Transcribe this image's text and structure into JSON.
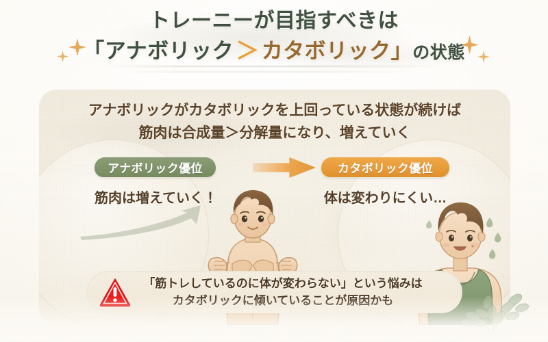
{
  "header": {
    "title_line1": "トレーニーが目指すべきは",
    "title_line2_open": "「アナボリック",
    "title_line2_gt": "＞",
    "title_line2_mid": "カタボリック」",
    "title_line2_tail": "の状態",
    "sparkle_icon": "sparkle-star-icon",
    "colors": {
      "title_green": "#3f5040",
      "title_brown": "#97682d",
      "accent_orange": "#e6a13a",
      "sparkle": "#e3a24b"
    }
  },
  "card": {
    "lead_line1": "アナボリックがカタボリックを上回っている状態が続けば",
    "lead_line2": "筋肉は合成量＞分解量になり、増えていく",
    "panels": [
      {
        "badge_label": "アナボリック優位",
        "badge_color": "#7e9268",
        "caption": "筋肉は増えていく！",
        "figure_name": "muscular-man-flexing-illustration",
        "figure_desc": "上半身裸のマッチョな男性がダブルバイセップスポーズ"
      },
      {
        "badge_label": "カタボリック優位",
        "badge_color": "#e89a37",
        "caption": "体は変わりにくい…",
        "figure_name": "slim-man-sweating-illustration",
        "figure_desc": "緑のタンクトップを着た細身の男性が汗をかいている"
      }
    ],
    "center_arrow_icon": "right-arrow-icon",
    "growth_arrow_icon": "upward-trend-arrow-icon",
    "warning": {
      "icon": "warning-triangle-icon",
      "icon_color": "#ee1b1b",
      "line1": "「筋トレしているのに体が変わらない」という悩みは",
      "line2": "カタボリックに傾いていることが原因かも"
    }
  },
  "decor": {
    "leaves_icon": "olive-leaf-sprig-icon",
    "leaf_color": "#8fa382"
  }
}
